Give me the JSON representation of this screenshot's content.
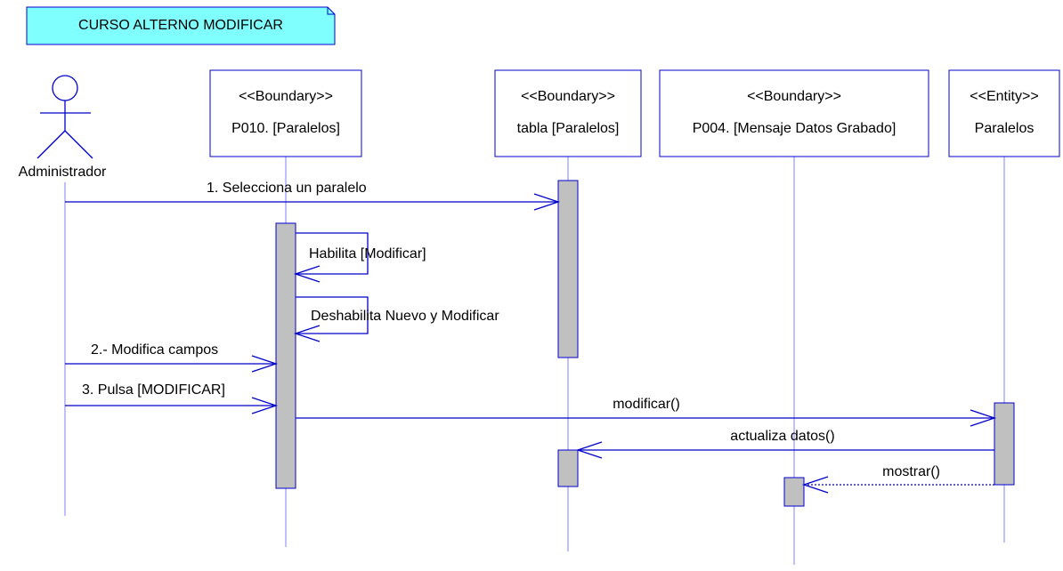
{
  "colors": {
    "line": "#0000cc",
    "activation_fill": "#c0c0c0",
    "note_fill": "#80ffff",
    "lifeline": "#8080ff"
  },
  "note": {
    "text": "CURSO ALTERNO MODIFICAR"
  },
  "actor": {
    "name": "Administrador",
    "icon": "stick-figure-actor-icon"
  },
  "participants": [
    {
      "id": "p010",
      "stereotype": "<<Boundary>>",
      "name": "P010. [Paralelos]"
    },
    {
      "id": "tabla",
      "stereotype": "<<Boundary>>",
      "name": "tabla [Paralelos]"
    },
    {
      "id": "p004",
      "stereotype": "<<Boundary>>",
      "name": "P004. [Mensaje Datos Grabado]"
    },
    {
      "id": "paralelos",
      "stereotype": "<<Entity>>",
      "name": "Paralelos"
    }
  ],
  "messages": [
    {
      "id": "msg-1",
      "from": "actor",
      "to": "tabla",
      "label": "1.  Selecciona un paralelo"
    },
    {
      "id": "msg-self-1",
      "from": "p010",
      "to": "p010",
      "label": "Habilita [Modificar]"
    },
    {
      "id": "msg-self-2",
      "from": "p010",
      "to": "p010",
      "label": "Deshabilita Nuevo y Modificar"
    },
    {
      "id": "msg-2",
      "from": "actor",
      "to": "p010",
      "label": "2.- Modifica campos"
    },
    {
      "id": "msg-3",
      "from": "actor",
      "to": "p010",
      "label": "3. Pulsa [MODIFICAR]"
    },
    {
      "id": "msg-modificar",
      "from": "p010",
      "to": "paralelos",
      "label": "modificar()"
    },
    {
      "id": "msg-actualiza",
      "from": "paralelos",
      "to": "tabla",
      "label": "actualiza datos()"
    },
    {
      "id": "msg-mostrar",
      "from": "paralelos",
      "to": "p004",
      "label": "mostrar()",
      "style": "dotted"
    }
  ]
}
